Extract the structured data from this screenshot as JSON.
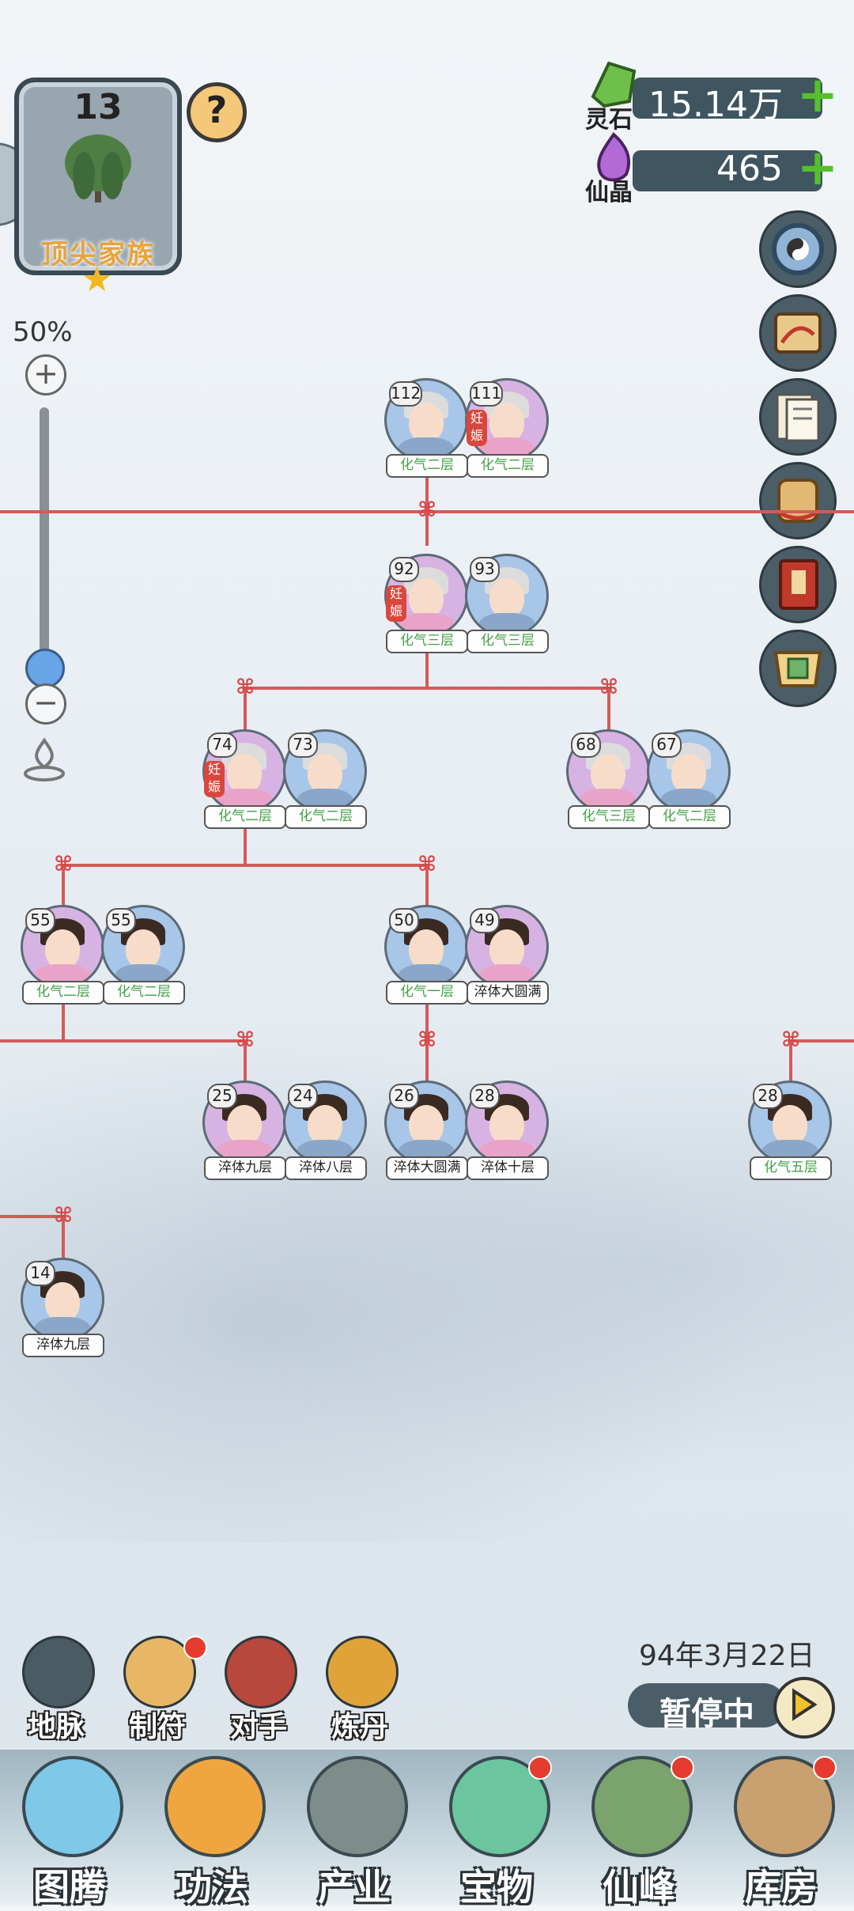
{
  "crest": {
    "level": "13",
    "title": "顶尖家族",
    "star": "★"
  },
  "help": {
    "label": "?"
  },
  "zoom": {
    "percent": "50%",
    "plus": "+",
    "minus": "−",
    "level": 0.0
  },
  "resources": [
    {
      "label": "灵石",
      "value": "15.14万",
      "plus": "+",
      "icon": "spirit-stone-icon"
    },
    {
      "label": "仙晶",
      "value": "465",
      "plus": "+",
      "icon": "immortal-crystal-icon"
    }
  ],
  "right_menu": [
    "yin-yang-settings-icon",
    "scroll-map-icon",
    "letters-icon",
    "rolled-scroll-icon",
    "red-book-icon",
    "token-icon"
  ],
  "members": [
    {
      "id": "m112",
      "age": "112",
      "rank": "化气二层",
      "sex": "m",
      "preg": false,
      "rank_color": "g"
    },
    {
      "id": "m111",
      "age": "111",
      "rank": "化气二层",
      "sex": "f",
      "preg": true,
      "rank_color": "g"
    },
    {
      "id": "m92",
      "age": "92",
      "rank": "化气三层",
      "sex": "f",
      "preg": true,
      "rank_color": "g"
    },
    {
      "id": "m93",
      "age": "93",
      "rank": "化气三层",
      "sex": "m",
      "preg": false,
      "rank_color": "g"
    },
    {
      "id": "m74",
      "age": "74",
      "rank": "化气二层",
      "sex": "f",
      "preg": true,
      "rank_color": "g"
    },
    {
      "id": "m73",
      "age": "73",
      "rank": "化气二层",
      "sex": "m",
      "preg": false,
      "rank_color": "g"
    },
    {
      "id": "m68",
      "age": "68",
      "rank": "化气三层",
      "sex": "f",
      "preg": false,
      "rank_color": "g"
    },
    {
      "id": "m67",
      "age": "67",
      "rank": "化气二层",
      "sex": "m",
      "preg": false,
      "rank_color": "g"
    },
    {
      "id": "m55a",
      "age": "55",
      "rank": "化气二层",
      "sex": "f",
      "preg": false,
      "rank_color": "g"
    },
    {
      "id": "m55b",
      "age": "55",
      "rank": "化气二层",
      "sex": "m",
      "preg": false,
      "rank_color": "g"
    },
    {
      "id": "m50",
      "age": "50",
      "rank": "化气一层",
      "sex": "m",
      "preg": false,
      "rank_color": "g"
    },
    {
      "id": "m49",
      "age": "49",
      "rank": "淬体大圆满",
      "sex": "f",
      "preg": false,
      "rank_color": "d"
    },
    {
      "id": "m25",
      "age": "25",
      "rank": "淬体九层",
      "sex": "f",
      "preg": false,
      "rank_color": "d"
    },
    {
      "id": "m24",
      "age": "24",
      "rank": "淬体八层",
      "sex": "m",
      "preg": false,
      "rank_color": "d"
    },
    {
      "id": "m26",
      "age": "26",
      "rank": "淬体大圆满",
      "sex": "m",
      "preg": false,
      "rank_color": "d"
    },
    {
      "id": "m28",
      "age": "28",
      "rank": "淬体十层",
      "sex": "f",
      "preg": false,
      "rank_color": "d"
    },
    {
      "id": "m28b",
      "age": "28",
      "rank": "化气五层",
      "sex": "m",
      "preg": false,
      "rank_color": "g"
    },
    {
      "id": "m14",
      "age": "14",
      "rank": "淬体九层",
      "sex": "m",
      "preg": false,
      "rank_color": "d"
    }
  ],
  "pregnant_label": "妊娠",
  "small_buttons": [
    {
      "label": "地脉",
      "badge": false
    },
    {
      "label": "制符",
      "badge": true
    },
    {
      "label": "对手",
      "badge": false
    },
    {
      "label": "炼丹",
      "badge": false
    }
  ],
  "date": "94年3月22日",
  "pause": {
    "label": "暂停中"
  },
  "nav": [
    {
      "label": "图腾",
      "badge": false
    },
    {
      "label": "功法",
      "badge": false
    },
    {
      "label": "产业",
      "badge": false
    },
    {
      "label": "宝物",
      "badge": true
    },
    {
      "label": "仙峰",
      "badge": true
    },
    {
      "label": "库房",
      "badge": true
    }
  ]
}
